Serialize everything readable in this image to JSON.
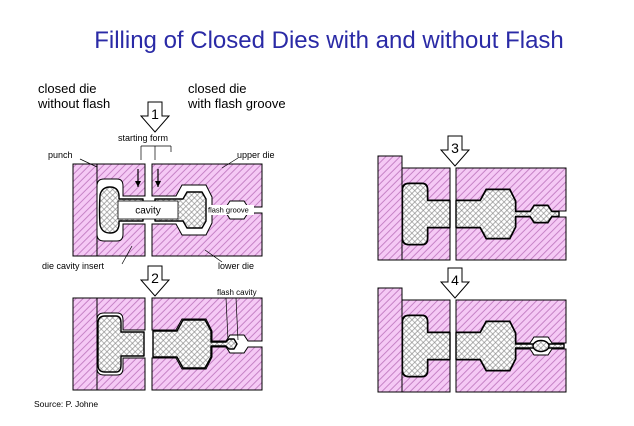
{
  "title": "Filling of Closed Dies with and without Flash",
  "header_labels": {
    "left": {
      "line1": "closed die",
      "line2": "without flash"
    },
    "right": {
      "line1": "closed die",
      "line2": "with flash groove"
    }
  },
  "annotations": {
    "punch": "punch",
    "starting_form": "starting form",
    "upper_die": "upper die",
    "cavity": "cavity",
    "flash_groove": "flash groove",
    "die_cavity_insert": "die cavity insert",
    "lower_die": "lower die",
    "flash_cavity": "flash cavity"
  },
  "steps": [
    "1",
    "2",
    "3",
    "4"
  ],
  "source": "Source: P. Johne",
  "colors": {
    "title": "#2a2aa6",
    "die_fill": "#f5c9f5",
    "die_hatch": "#c683c6",
    "workpiece_hatch": "#7a7a7a"
  }
}
